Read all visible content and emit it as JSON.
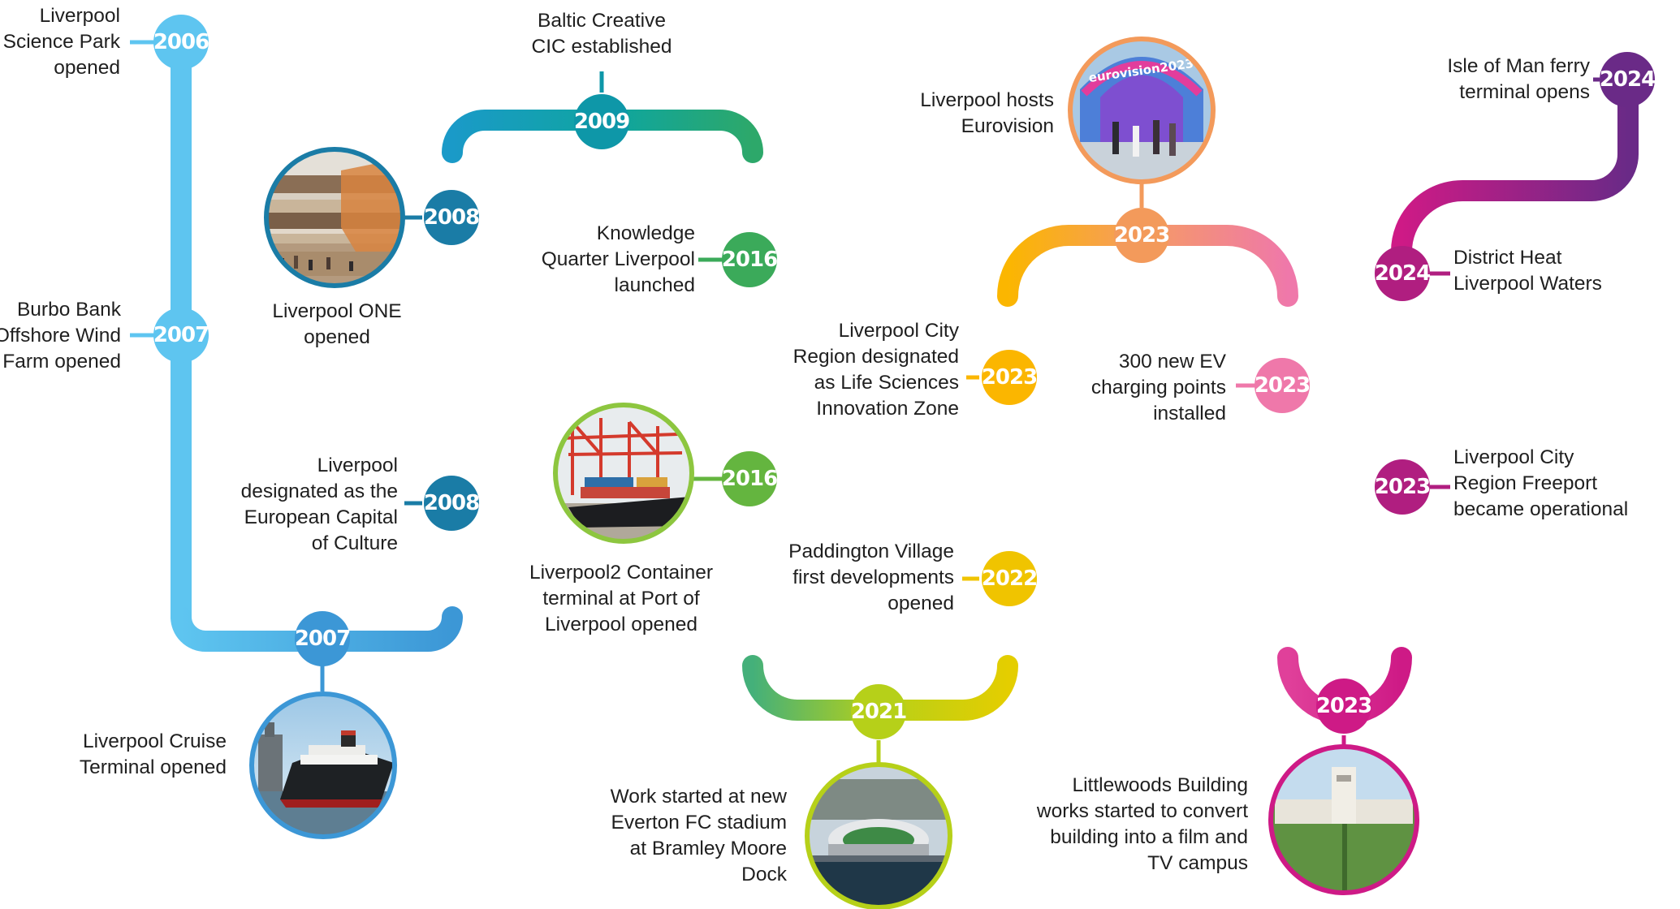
{
  "nodes": [
    {
      "id": "n2006",
      "year": "2006",
      "color": "#5EC5F0"
    },
    {
      "id": "n2007a",
      "year": "2007",
      "color": "#5EC5F0"
    },
    {
      "id": "n2007b",
      "year": "2007",
      "color": "#3C97D6"
    },
    {
      "id": "n2008a",
      "year": "2008",
      "color": "#1A7CA6"
    },
    {
      "id": "n2008b",
      "year": "2008",
      "color": "#1A7CA6"
    },
    {
      "id": "n2009",
      "year": "2009",
      "color": "#0E97A8"
    },
    {
      "id": "n2016a",
      "year": "2016",
      "color": "#3BAA5A"
    },
    {
      "id": "n2016b",
      "year": "2016",
      "color": "#64B53F"
    },
    {
      "id": "n2021",
      "year": "2021",
      "color": "#B6D019"
    },
    {
      "id": "n2022",
      "year": "2022",
      "color": "#F0C400"
    },
    {
      "id": "n2023a",
      "year": "2023",
      "color": "#FBB600"
    },
    {
      "id": "n2023b",
      "year": "2023",
      "color": "#F39A5B"
    },
    {
      "id": "n2023c",
      "year": "2023",
      "color": "#EF78AA"
    },
    {
      "id": "n2023d",
      "year": "2023",
      "color": "#CE1A86"
    },
    {
      "id": "n2023e",
      "year": "2023",
      "color": "#B01E80"
    },
    {
      "id": "n2024a",
      "year": "2024",
      "color": "#B01E80"
    },
    {
      "id": "n2024b",
      "year": "2024",
      "color": "#6A2A87"
    }
  ],
  "events": {
    "science_park": [
      "Liverpool",
      "Science Park",
      "opened"
    ],
    "burbo_bank": [
      "Burbo Bank",
      "Offshore Wind",
      "Farm opened"
    ],
    "cruise_terminal": [
      "Liverpool Cruise",
      "Terminal opened"
    ],
    "liverpool_one": [
      "Liverpool ONE",
      "opened"
    ],
    "capital_of_culture": [
      "Liverpool",
      "designated as the",
      "European Capital",
      "of Culture"
    ],
    "baltic_creative": [
      "Baltic Creative",
      "CIC established"
    ],
    "knowledge_quarter": [
      "Knowledge",
      "Quarter Liverpool",
      "launched"
    ],
    "liverpool2": [
      "Liverpool2 Container",
      "terminal at Port of",
      "Liverpool opened"
    ],
    "everton_stadium": [
      "Work started at new",
      "Everton FC stadium",
      "at Bramley Moore",
      "Dock"
    ],
    "paddington_village": [
      "Paddington Village",
      "first developments",
      "opened"
    ],
    "life_sciences": [
      "Liverpool City",
      "Region designated",
      "as Life Sciences",
      "Innovation Zone"
    ],
    "eurovision": [
      "Liverpool hosts",
      "Eurovision"
    ],
    "ev_charging": [
      "300 new EV",
      "charging points",
      "installed"
    ],
    "littlewoods": [
      "Littlewoods Building",
      "works started to convert",
      "building into a film and",
      "TV campus"
    ],
    "freeport": [
      "Liverpool City",
      "Region Freeport",
      "became operational"
    ],
    "district_heat": [
      "District Heat",
      "Liverpool Waters"
    ],
    "ferry_terminal": [
      "Isle of Man ferry",
      "terminal opens"
    ]
  },
  "photos": {
    "liverpool_one": {
      "ring": "#1A7CA6"
    },
    "cruise_terminal": {
      "ring": "#3C97D6"
    },
    "liverpool2": {
      "ring": "#8DC63F"
    },
    "everton_stadium": {
      "ring": "#B6D019"
    },
    "eurovision": {
      "ring": "#F39A5B",
      "banner_text": "eurovision2023"
    },
    "littlewoods": {
      "ring": "#CE1A86"
    }
  }
}
